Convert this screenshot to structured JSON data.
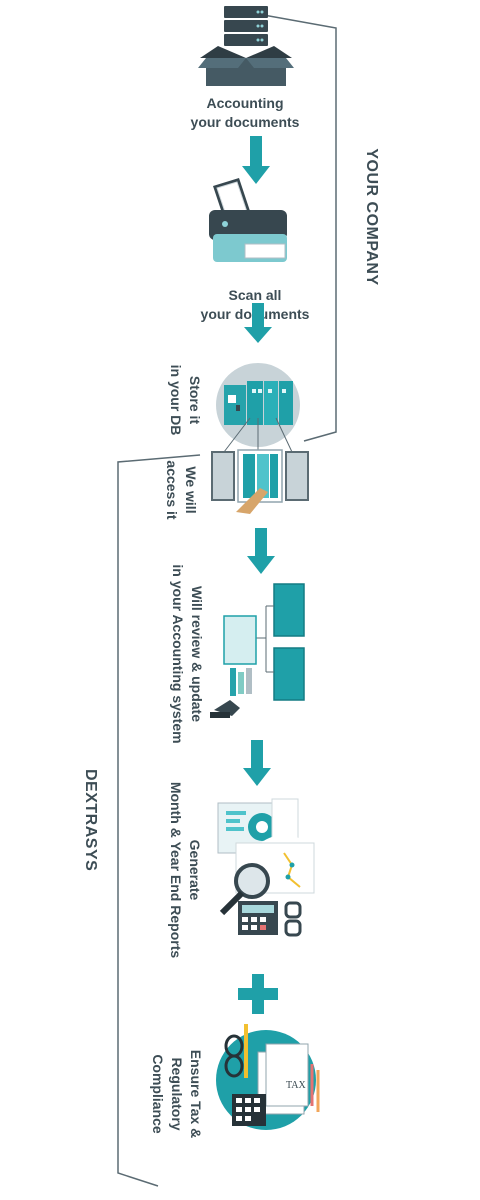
{
  "steps": [
    {
      "id": "accounting",
      "text": "Accounting\nyour documents"
    },
    {
      "id": "scan",
      "text": "Scan all\nyour documents"
    },
    {
      "id": "store",
      "text": "Store it\nin your DB"
    },
    {
      "id": "access",
      "text": "We will\naccess it"
    },
    {
      "id": "review",
      "text": "Will review & update\nin your Accounting system"
    },
    {
      "id": "generate",
      "text": "Generate\nMonth & Year End Reports"
    },
    {
      "id": "ensure",
      "text": "Ensure Tax &\nRegulatory Compliance"
    }
  ],
  "brackets": {
    "your_company": "YOUR COMPANY",
    "dextrasys": "DEXTRASYS"
  },
  "icon_text": {
    "tax": "TAX"
  },
  "colors": {
    "teal": "#1fa0a8",
    "dark_teal": "#137c84",
    "text": "#3d4d55",
    "line": "#5b6b73",
    "grey": "#b7c2c7"
  }
}
